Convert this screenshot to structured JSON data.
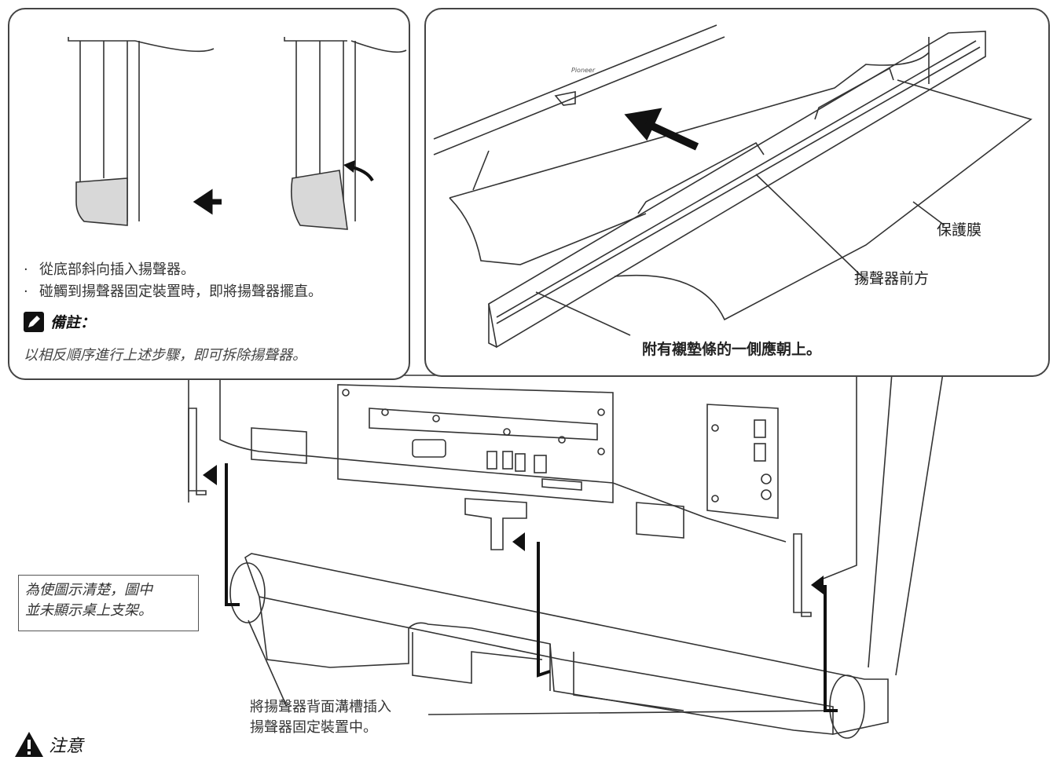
{
  "left_panel": {
    "bullets": [
      "從底部斜向插入揚聲器。",
      "碰觸到揚聲器固定裝置時，即將揚聲器擺直。"
    ],
    "note_title": "備註：",
    "note_body": "以相反順序進行上述步驟，即可拆除揚聲器。"
  },
  "right_panel": {
    "brand_text": "Pioneer",
    "label_film": "保護膜",
    "label_front": "揚聲器前方",
    "label_pad": "附有襯墊條的一側應朝上。"
  },
  "main": {
    "callout_box": [
      "為使圖示清楚，圖中",
      "並未顯示桌上支架。"
    ],
    "insert_label": [
      "將揚聲器背面溝槽插入",
      "揚聲器固定裝置中。"
    ]
  },
  "caution": {
    "title": "注意"
  }
}
